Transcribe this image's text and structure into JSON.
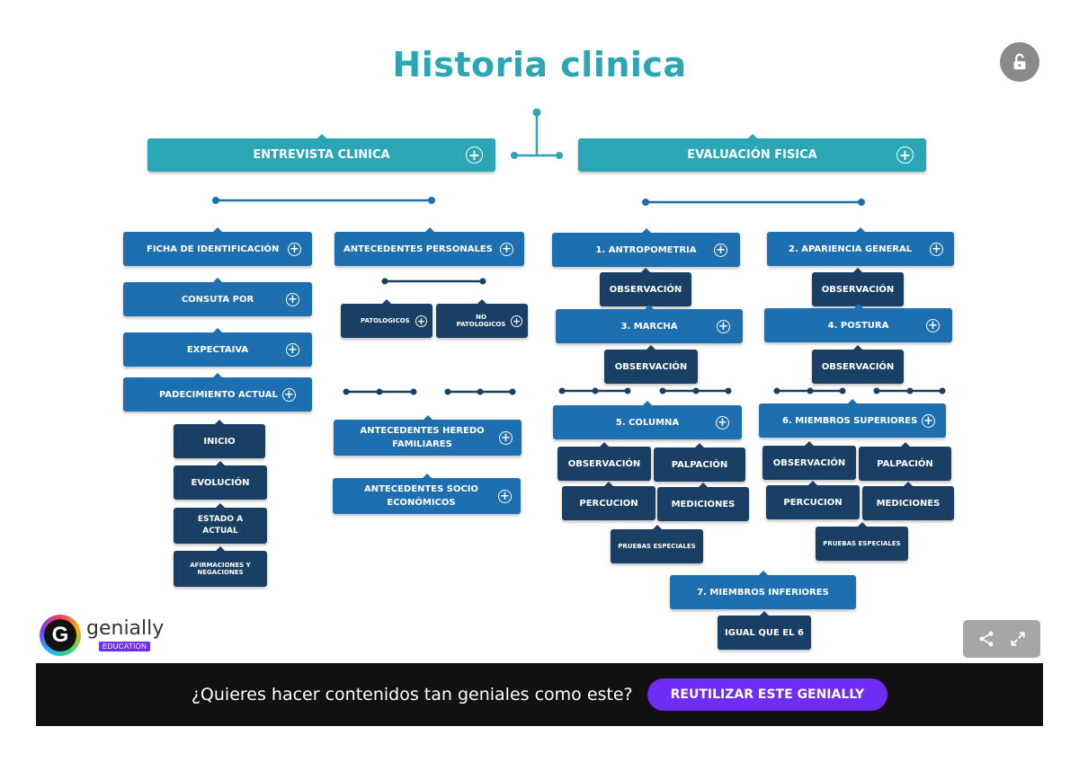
{
  "title": "Historia clinica",
  "colors": {
    "teal": "#2aa6b5",
    "blue": "#1e6fb0",
    "dark": "#1a3f64",
    "cta": "#6f2cf5",
    "footer_bg": "#111111"
  },
  "icons": {
    "expand": "plus-circle-icon",
    "lock": "unlock-icon",
    "share": "share-icon",
    "fullscreen": "fullscreen-icon"
  },
  "left": {
    "header": "ENTREVISTA CLINICA",
    "col1": {
      "ficha": "FICHA DE IDENTIFICACIÓN",
      "consulta": "CONSUTA POR",
      "expectativa": "EXPECTAIVA",
      "padecimiento": "PADECIMIENTO ACTUAL",
      "inicio": "INICIO",
      "evolucion": "EVOLUCIÓN",
      "estado": "ESTADO A ACTUAL",
      "afirmaciones": "AFIRMACIONES Y NEGACIONES"
    },
    "col2": {
      "personales": "ANTECEDENTES PERSONALES",
      "patologicos": "PATOLOGICOS",
      "no_patologicos": "NO PATOLOGICOS",
      "heredo": "ANTECEDENTES HEREDO FAMILIARES",
      "socio": "ANTECEDENTES SOCIO ECONÓMICOS"
    }
  },
  "right": {
    "header": "EVALUACIÓN FISICA",
    "antropometria": "1. ANTROPOMETRIA",
    "apariencia": "2. APARIENCIA GENERAL",
    "marcha": "3. MARCHA",
    "postura": "4. POSTURA",
    "columna": "5. COLUMNA",
    "miembros_sup": "6. MIEMBROS SUPERIORES",
    "miembros_inf": "7. MIEMBROS INFERIORES",
    "observacion": "OBSERVACIÓN",
    "palpacion": "PALPACIÓN",
    "percucion": "PERCUCION",
    "mediciones": "MEDICIONES",
    "pruebas": "PRUEBAS ESPECIALES",
    "igual": "IGUAL QUE EL 6"
  },
  "brand": {
    "name": "genially",
    "edu": "EDUCATION"
  },
  "footer": {
    "question": "¿Quieres hacer contenidos tan geniales como este?",
    "cta": "REUTILIZAR ESTE GENIALLY"
  }
}
